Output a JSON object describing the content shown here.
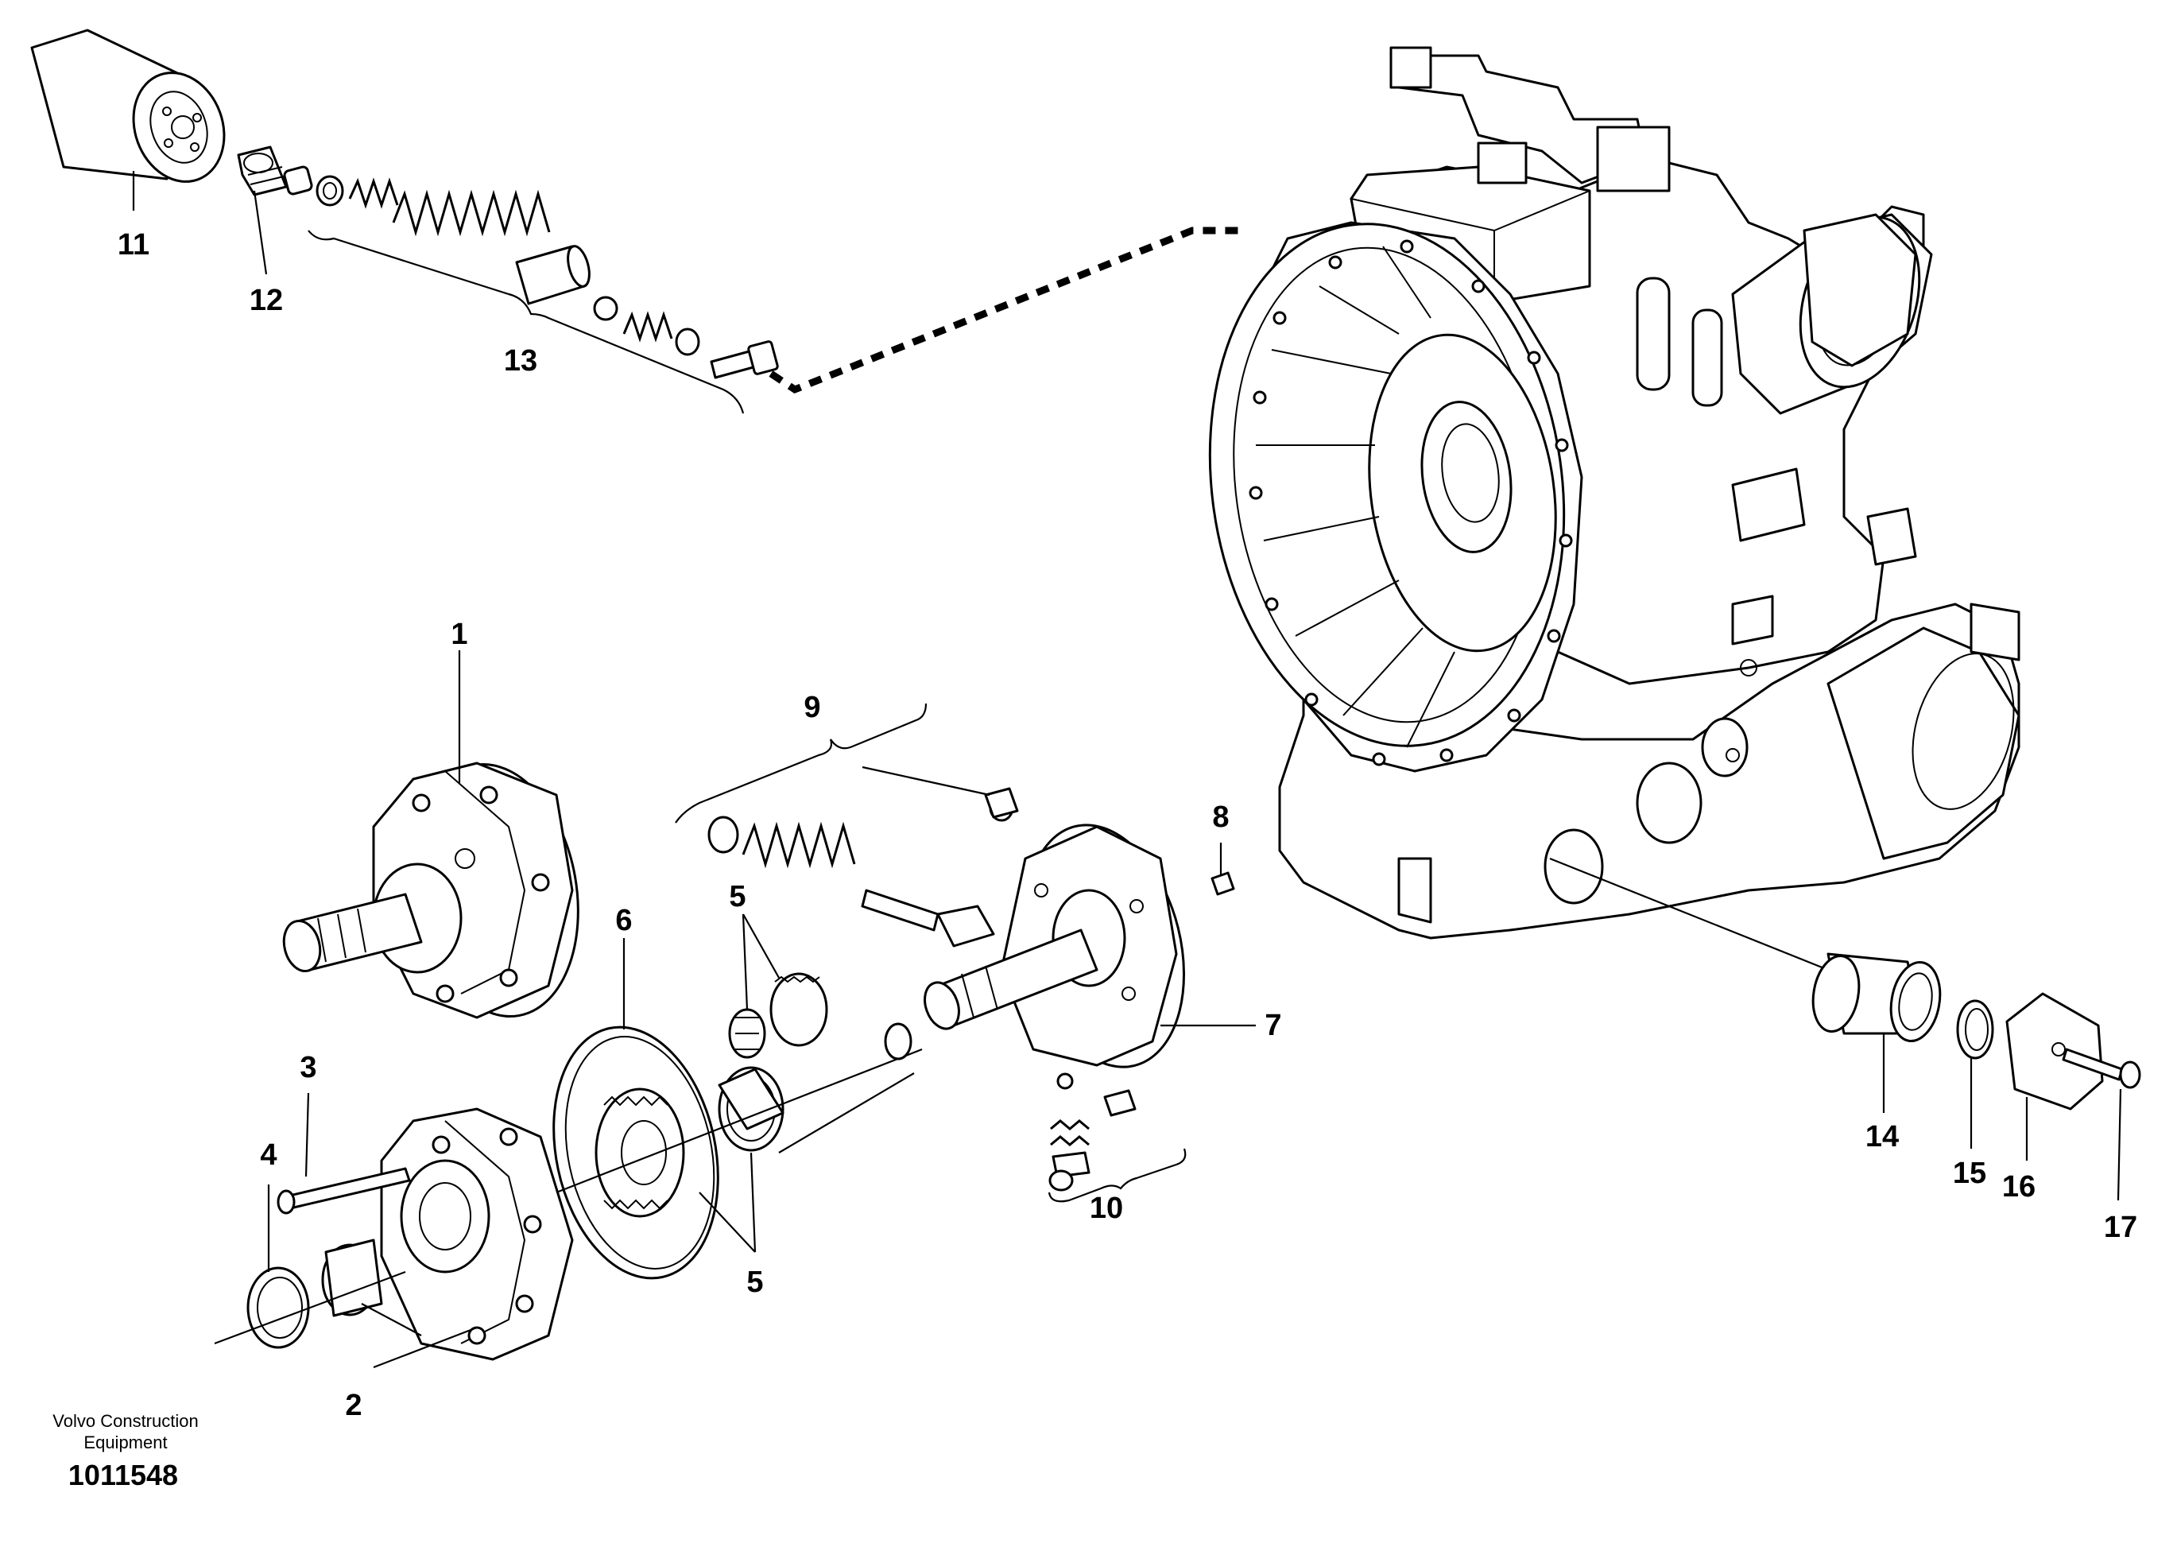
{
  "footer": {
    "company_line1": "Volvo Construction",
    "company_line2": "Equipment",
    "document_number": "1011548"
  },
  "callouts": {
    "c1": "1",
    "c2": "2",
    "c3": "3",
    "c4": "4",
    "c5a": "5",
    "c5b": "5",
    "c6": "6",
    "c7": "7",
    "c8": "8",
    "c9": "9",
    "c10": "10",
    "c11": "11",
    "c12": "12",
    "c13": "13",
    "c14": "14",
    "c15": "15",
    "c16": "16",
    "c17": "17"
  }
}
